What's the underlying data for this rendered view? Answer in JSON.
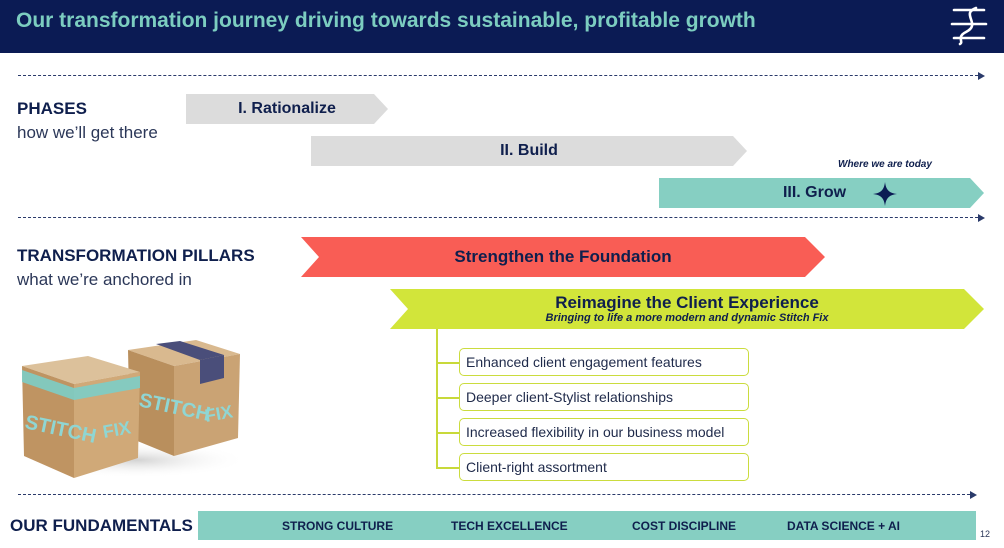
{
  "header": {
    "title": "Our transformation journey driving towards sustainable, profitable growth"
  },
  "phases": {
    "title": "PHASES",
    "subtitle": "how we’ll get there",
    "items": [
      {
        "label": "I. Rationalize"
      },
      {
        "label": "II. Build"
      },
      {
        "label": "III. Grow"
      }
    ],
    "today_note": "Where we are today"
  },
  "pillars": {
    "title": "TRANSFORMATION PILLARS",
    "subtitle": "what we’re anchored in",
    "foundation": "Strengthen the Foundation",
    "client_experience": {
      "title": "Reimagine the Client Experience",
      "subtitle": "Bringing to life a more modern and dynamic Stitch Fix",
      "items": [
        "Enhanced client engagement features",
        "Deeper client-Stylist relationships",
        "Increased flexibility in our business model",
        "Client-right assortment"
      ]
    }
  },
  "boxes": {
    "brand_text": "STITCH FIX"
  },
  "fundamentals": {
    "title": "OUR FUNDAMENTALS",
    "items": [
      "STRONG CULTURE",
      "TECH EXCELLENCE",
      "COST DISCIPLINE",
      "DATA SCIENCE + AI"
    ]
  },
  "page_number": "12",
  "colors": {
    "navy": "#0b1b54",
    "teal": "#86cfc2",
    "coral": "#f95d55",
    "lime": "#d2e53a",
    "gray": "#dcdcdc"
  }
}
